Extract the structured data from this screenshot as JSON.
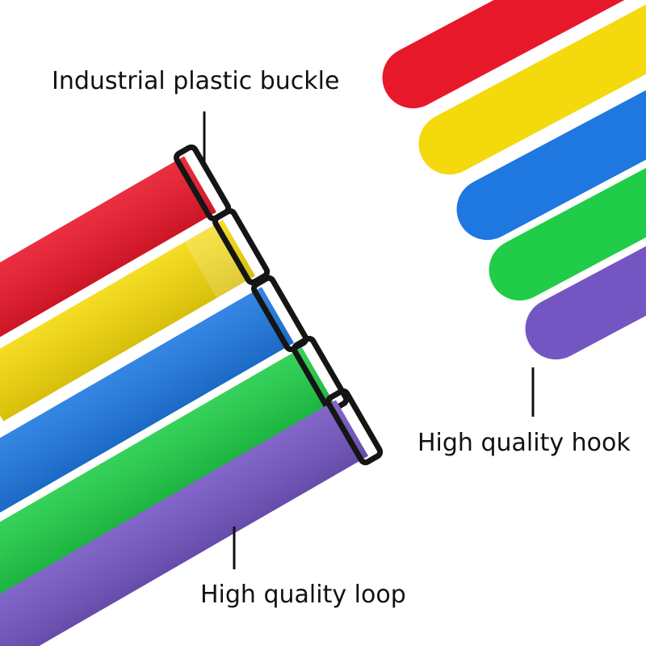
{
  "labels": {
    "buckle": "Industrial plastic buckle",
    "hook": "High quality hook",
    "loop": "High quality loop"
  },
  "strap_colors": {
    "red": "#e8182b",
    "yellow": "#f4d90c",
    "blue": "#1f78e0",
    "green": "#20cc48",
    "purple": "#7456c2"
  },
  "buckle_color": "#151515",
  "leader_line_color": "#111111"
}
